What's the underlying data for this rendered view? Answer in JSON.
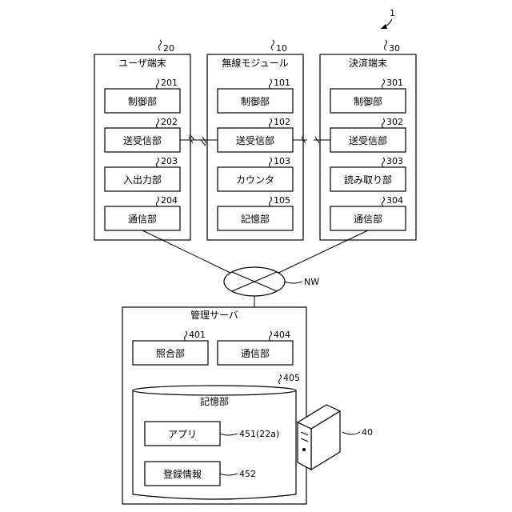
{
  "figure_ref": "1",
  "user_terminal": {
    "ref": "20",
    "title": "ユーザ端末",
    "items": [
      {
        "ref": "201",
        "label": "制御部"
      },
      {
        "ref": "202",
        "label": "送受信部"
      },
      {
        "ref": "203",
        "label": "入出力部"
      },
      {
        "ref": "204",
        "label": "通信部"
      }
    ]
  },
  "wireless_module": {
    "ref": "10",
    "title": "無線モジュール",
    "items": [
      {
        "ref": "101",
        "label": "制御部"
      },
      {
        "ref": "102",
        "label": "送受信部"
      },
      {
        "ref": "103",
        "label": "カウンタ"
      },
      {
        "ref": "105",
        "label": "記憶部"
      }
    ]
  },
  "payment_terminal": {
    "ref": "30",
    "title": "決済端末",
    "items": [
      {
        "ref": "301",
        "label": "制御部"
      },
      {
        "ref": "302",
        "label": "送受信部"
      },
      {
        "ref": "303",
        "label": "読み取り部"
      },
      {
        "ref": "304",
        "label": "通信部"
      }
    ]
  },
  "network": {
    "label": "NW"
  },
  "server": {
    "title": "管理サーバ",
    "ref": "40",
    "collation": {
      "ref": "401",
      "label": "照合部"
    },
    "comm": {
      "ref": "404",
      "label": "通信部"
    },
    "storage": {
      "ref": "405",
      "label": "記憶部",
      "app": {
        "label": "アプリ",
        "ref": "451(22a)"
      },
      "registration": {
        "label": "登録情報",
        "ref": "452"
      }
    }
  }
}
